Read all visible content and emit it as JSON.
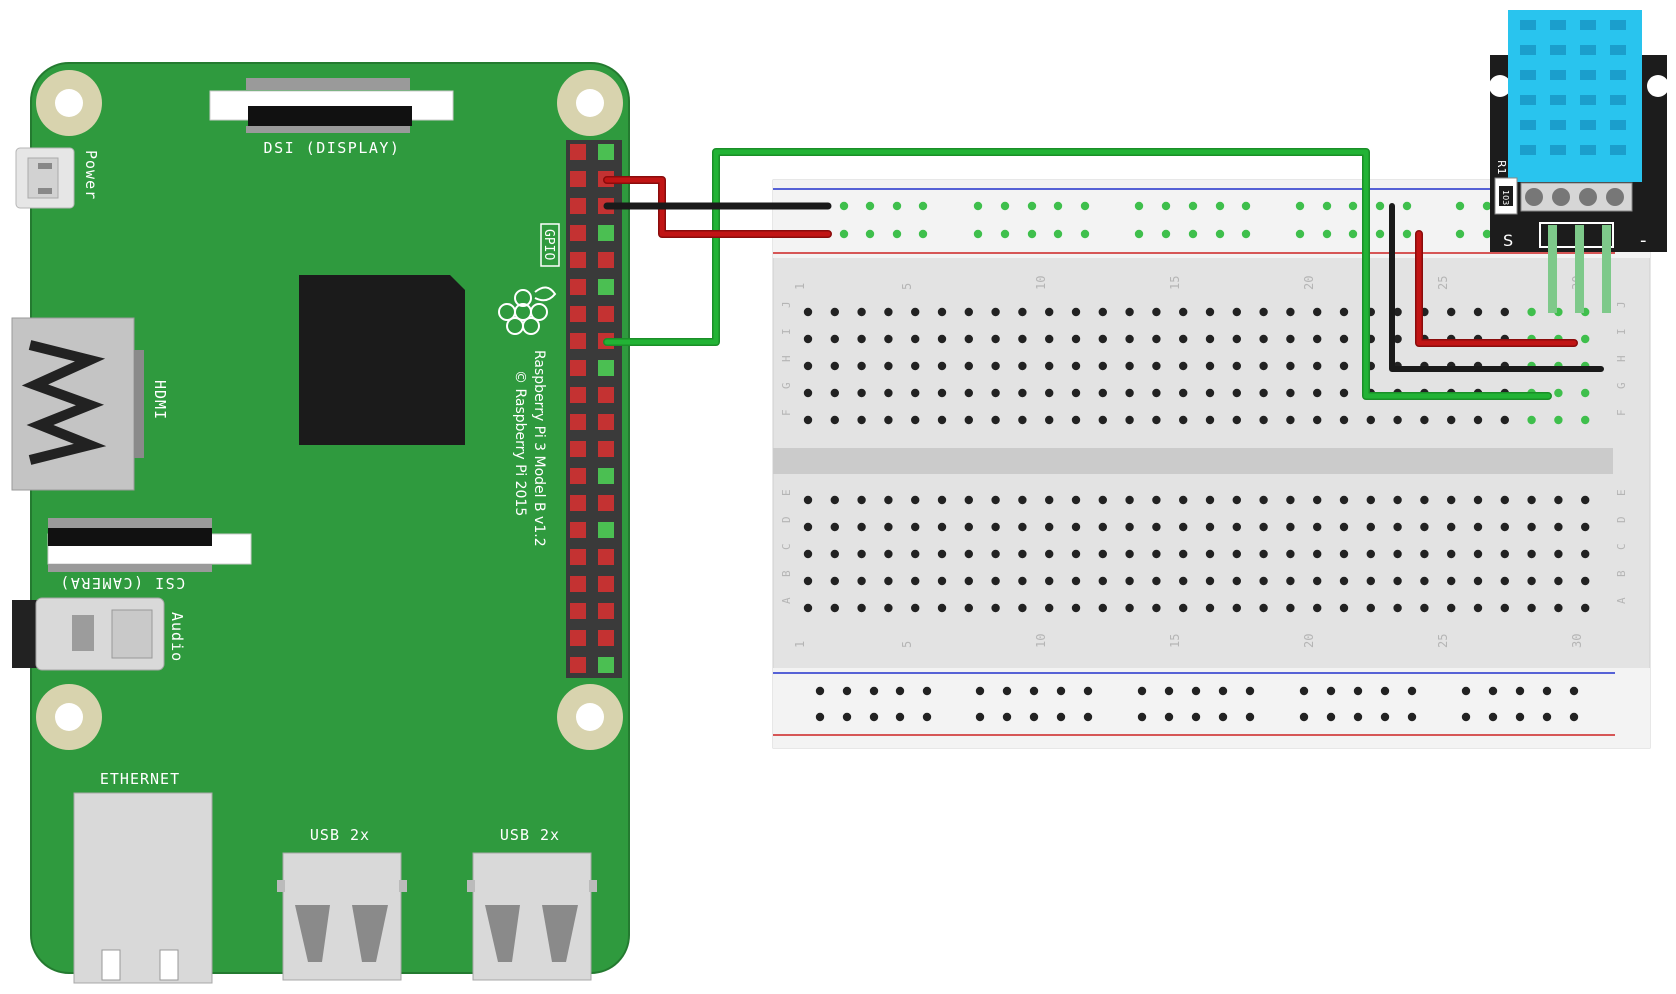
{
  "board": {
    "power_label": "Power",
    "dsi_label": "DSI (DISPLAY)",
    "gpio_label": "GPIO",
    "hdmi_label": "HDMI",
    "csi_label": "CSI (CAMERA)",
    "audio_label": "Audio",
    "ethernet_label": "ETHERNET",
    "usb1_label": "USB 2x",
    "usb2_label": "USB 2x",
    "model_line1": "Raspberry Pi 3 Model B v1.2",
    "model_line2": "© Raspberry Pi 2015"
  },
  "breadboard": {
    "column_numbers": [
      "1",
      "5",
      "10",
      "15",
      "20",
      "25",
      "30"
    ],
    "rows_top": [
      "J",
      "I",
      "H",
      "G",
      "F"
    ],
    "rows_bottom": [
      "E",
      "D",
      "C",
      "B",
      "A"
    ]
  },
  "sensor": {
    "resistor_label": "R1",
    "resistor_code": "103",
    "pin_s_label": "S",
    "pin_minus_label": "-"
  },
  "colors": {
    "pcb": "#2f9a3e",
    "wire_green": "#22b335",
    "wire_red": "#c11414",
    "wire_black": "#1a1a1a",
    "sensor_cover": "#29c4ee"
  }
}
